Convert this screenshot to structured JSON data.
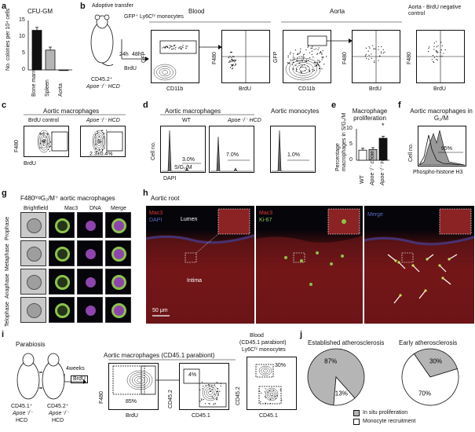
{
  "panel_letters": [
    "a",
    "b",
    "c",
    "d",
    "e",
    "f",
    "g",
    "h",
    "i",
    "j"
  ],
  "a": {
    "title": "CFU-GM",
    "ylabel": "No. colonies per 10⁴ cells",
    "ticks": [
      "15",
      "10",
      "5",
      "0"
    ],
    "categories": [
      "Bone marrow",
      "Spleen",
      "Aorta"
    ]
  },
  "b": {
    "adoptive": "Adoptive transfer",
    "donor": "GFP⁺ Ly6Cʰⁱ monocytes",
    "recipient": "CD45.2⁺",
    "recipient2": "Apoe⁻/⁻ HCD",
    "times": "24h",
    "times2": "48h",
    "brdu": "BrdU",
    "blood": "Blood",
    "aorta": "Aorta",
    "control": "Aorta - BrdU negative control",
    "gfp": "GFP",
    "f480": "F480",
    "cd11b": "CD11b"
  },
  "c": {
    "title": "Aortic macrophages",
    "control": "BrdU control",
    "hcd": "Apoe⁻/⁻ HCD",
    "value": "2.3±0.4%",
    "ylabel": "F480",
    "xlabel": "BrdU"
  },
  "d": {
    "title": "Aortic macrophages",
    "title2": "Aortic monocytes",
    "wt": "WT",
    "hcd": "Apoe⁻/⁻ HCD",
    "v1": "3.0%",
    "v2": "7.0%",
    "v3": "1.0%",
    "sg": "S/G₂/M",
    "ylabel": "Cell no.",
    "xlabel": "DAPI"
  },
  "e": {
    "title": "Macrophage proliferation",
    "ylabel": "Percentage macrophages in S/G₂/M",
    "ticks": [
      "10",
      "5",
      "0"
    ],
    "categories": [
      "WT",
      "Apoe⁻/⁻ chow",
      "Apoe⁻/⁻ HCD"
    ],
    "star": "*"
  },
  "f": {
    "title": "Aortic macrophages in G₂/M",
    "value": "65%",
    "ylabel": "Cell no.",
    "xlabel": "Phospho-histone H3"
  },
  "g": {
    "title": "F480ʰⁱᵍG₂/M⁺ aortic macrophages",
    "cols": [
      "Brightfield",
      "Mac3",
      "DNA",
      "Merge"
    ],
    "rows": [
      "Prophase",
      "Metaphase",
      "Anaphase",
      "Telophase"
    ]
  },
  "h": {
    "title": "Aortic root",
    "lumen": "Lumen",
    "intima": "Intima",
    "mac3": "Mac3",
    "dapi": "DAPI",
    "ki67": "Ki-67",
    "merge": "Merge",
    "scale": "50 μm"
  },
  "i": {
    "title": "Parabiosis",
    "weeks": "4weeks",
    "brdu": "BrdU",
    "left1": "CD45.1⁺",
    "left2": "Apoe⁻/⁻",
    "left3": "HCD",
    "right1": "CD45.2⁺",
    "right2": "Apoe⁻/⁻",
    "right3": "HCD",
    "macro_title": "Aortic macrophages (CD45.1 parabiont)",
    "blood_title": "Blood",
    "blood_sub": "(CD45.1 parabiont)",
    "blood_sub2": "Ly6Cʰⁱ monocytes",
    "v85": "85%",
    "v4": "4%",
    "v30": "30%",
    "f480": "F480",
    "cd452": "CD45.2",
    "cd451": "CD45.1"
  },
  "j": {
    "established": "Established atherosclerosis",
    "early": "Early atherosclerosis",
    "legend": [
      "In situ proliferation",
      "Monocyte recruitment"
    ]
  },
  "chart_data": [
    {
      "type": "bar",
      "title": "CFU-GM",
      "ylabel": "No. colonies per 10⁴ cells",
      "categories": [
        "Bone marrow",
        "Spleen",
        "Aorta"
      ],
      "values": [
        12,
        6,
        0
      ],
      "ylim": [
        0,
        15
      ],
      "colors": [
        "#111111",
        "#b5b5b5",
        "#ffffff"
      ]
    },
    {
      "type": "bar",
      "title": "Macrophage proliferation",
      "ylabel": "Percentage macrophages in S/G₂/M",
      "categories": [
        "WT",
        "Apoe⁻/⁻ chow",
        "Apoe⁻/⁻ HCD"
      ],
      "values": [
        3.2,
        3.4,
        7.0
      ],
      "ylim": [
        0,
        10
      ],
      "colors": [
        "#ffffff",
        "#b5b5b5",
        "#111111"
      ]
    },
    {
      "type": "pie",
      "title": "Established atherosclerosis",
      "categories": [
        "In situ proliferation",
        "Monocyte recruitment"
      ],
      "values": [
        87,
        13
      ],
      "colors": [
        "#b5b5b5",
        "#ffffff"
      ]
    },
    {
      "type": "pie",
      "title": "Early atherosclerosis",
      "categories": [
        "In situ proliferation",
        "Monocyte recruitment"
      ],
      "values": [
        30,
        70
      ],
      "colors": [
        "#b5b5b5",
        "#ffffff"
      ]
    }
  ]
}
